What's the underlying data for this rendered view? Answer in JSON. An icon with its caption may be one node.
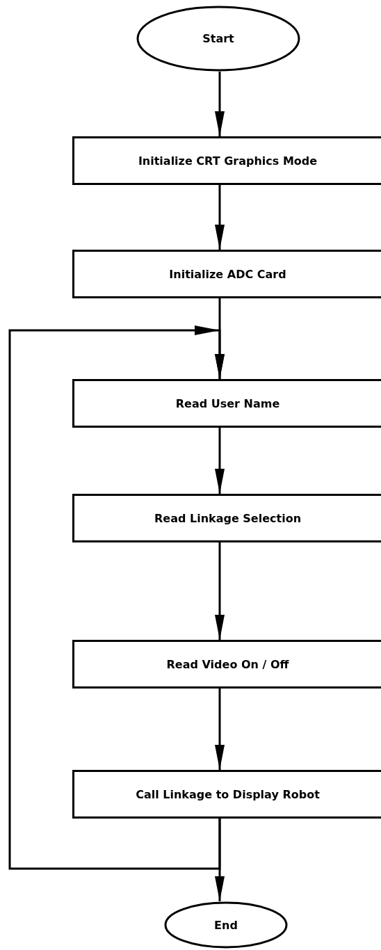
{
  "diagram": {
    "nodes": [
      {
        "text": [
          "Start"
        ]
      },
      {
        "text": [
          "Initialize CRT Graphics Mode"
        ]
      },
      {
        "text": [
          "Initialize ADC Card"
        ]
      },
      {
        "text": [
          "Read User Name"
        ]
      },
      {
        "text": [
          "Read Linkage Selection"
        ]
      },
      {
        "text": [
          "Read Video On / Off"
        ]
      },
      {
        "text": [
          "Call Linkage to Display Robot"
        ]
      },
      {
        "text": [
          "End"
        ]
      }
    ],
    "edges": [
      {
        "from": 0,
        "to": 1,
        "arrow": "to"
      },
      {
        "from": 1,
        "to": 2,
        "arrow": "to"
      },
      {
        "from": 2,
        "to": 3,
        "arrow": "to"
      },
      {
        "from": 3,
        "to": 4,
        "arrow": "to"
      },
      {
        "from": 4,
        "to": 5,
        "arrow": "to"
      },
      {
        "from": 5,
        "to": 6,
        "arrow": "to"
      },
      {
        "from": 6,
        "to": 7,
        "arrow": "to"
      },
      {
        "from": 6,
        "to": 3,
        "arrow": "to"
      }
    ]
  }
}
